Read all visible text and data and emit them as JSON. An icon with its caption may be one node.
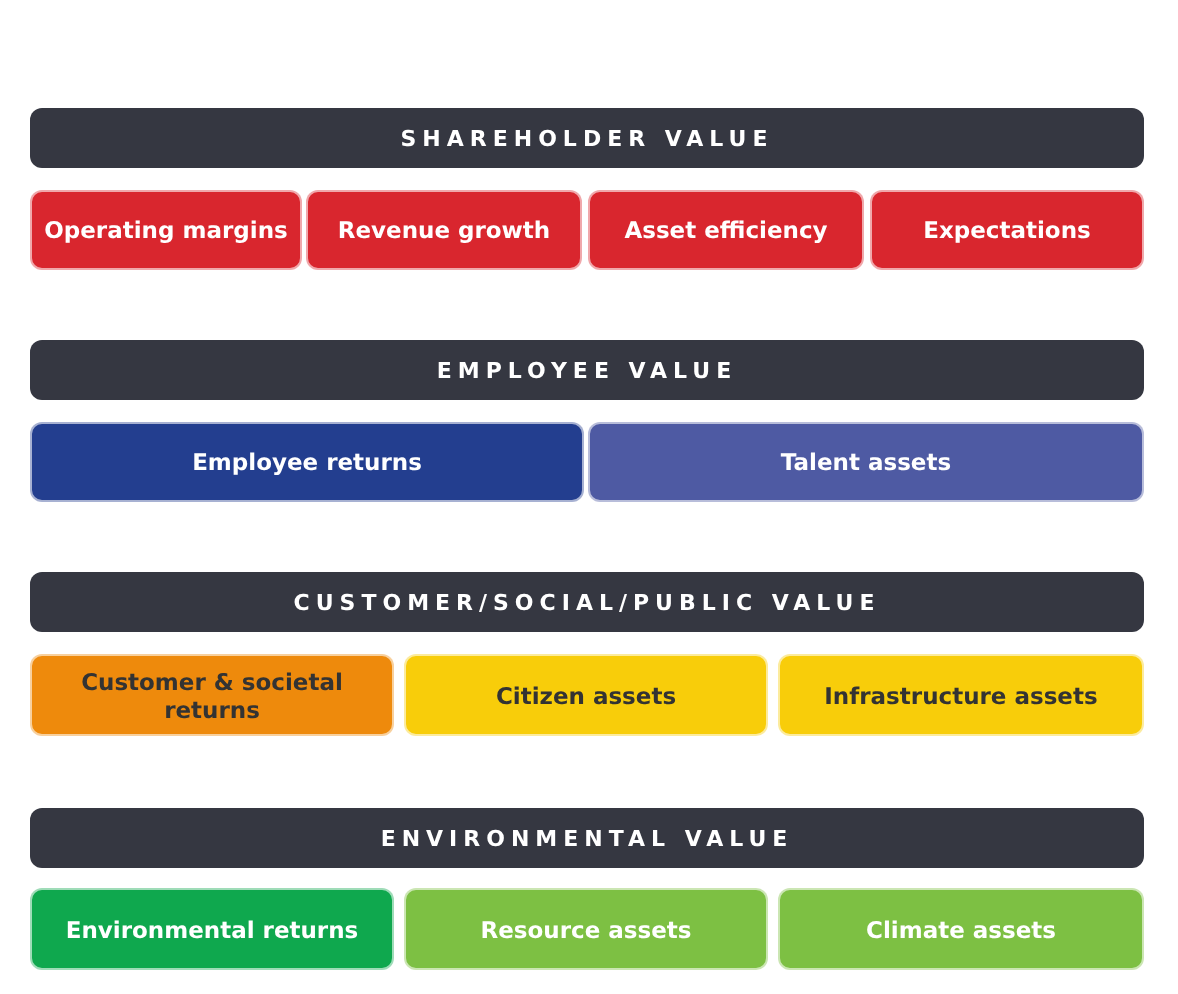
{
  "diagram": {
    "nodes": [
      {
        "text": [
          "SHAREHOLDER VALUE"
        ]
      },
      {
        "text": [
          "Operating margins"
        ]
      },
      {
        "text": [
          "Revenue growth"
        ]
      },
      {
        "text": [
          "Asset efficiency"
        ]
      },
      {
        "text": [
          "Expectations"
        ]
      },
      {
        "text": [
          "EMPLOYEE VALUE"
        ]
      },
      {
        "text": [
          "Employee returns"
        ]
      },
      {
        "text": [
          "Talent assets"
        ]
      },
      {
        "text": [
          "CUSTOMER/SOCIAL/PUBLIC VALUE"
        ]
      },
      {
        "text": [
          "Customer & societal returns"
        ]
      },
      {
        "text": [
          "Citizen assets"
        ]
      },
      {
        "text": [
          "Infrastructure assets"
        ]
      },
      {
        "text": [
          "ENVIRONMENTAL VALUE"
        ]
      },
      {
        "text": [
          "Environmental returns"
        ]
      },
      {
        "text": [
          "Resource assets"
        ]
      },
      {
        "text": [
          "Climate assets"
        ]
      }
    ]
  }
}
